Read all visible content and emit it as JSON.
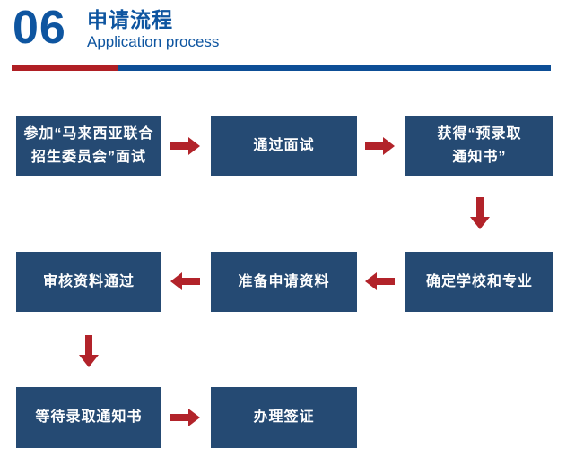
{
  "header": {
    "number": "06",
    "title_zh": "申请流程",
    "title_en": "Application process"
  },
  "colors": {
    "header_blue": "#0e55a0",
    "bar_red": "#b01f24",
    "bar_blue": "#0d4e96",
    "box_blue": "#254a73",
    "arrow_red": "#b2232a",
    "box_text": "#ffffff"
  },
  "flow": {
    "steps": [
      {
        "order": 1,
        "position": "row1-col1",
        "line1": "参加“马来西亚联合",
        "line2": "招生委员会”面试"
      },
      {
        "order": 2,
        "position": "row1-col2",
        "line1": "通过面试"
      },
      {
        "order": 3,
        "position": "row1-col3",
        "line1": "获得“预录取",
        "line2": "通知书”"
      },
      {
        "order": 4,
        "position": "row2-col3",
        "line1": "确定学校和专业"
      },
      {
        "order": 5,
        "position": "row2-col2",
        "line1": "准备申请资料"
      },
      {
        "order": 6,
        "position": "row2-col1",
        "line1": "审核资料通过"
      },
      {
        "order": 7,
        "position": "row3-col1",
        "line1": "等待录取通知书"
      },
      {
        "order": 8,
        "position": "row3-col2",
        "line1": "办理签证"
      }
    ],
    "connectors": [
      {
        "from": 1,
        "to": 2,
        "direction": "right"
      },
      {
        "from": 2,
        "to": 3,
        "direction": "right"
      },
      {
        "from": 3,
        "to": 4,
        "direction": "down"
      },
      {
        "from": 4,
        "to": 5,
        "direction": "left"
      },
      {
        "from": 5,
        "to": 6,
        "direction": "left"
      },
      {
        "from": 6,
        "to": 7,
        "direction": "down"
      },
      {
        "from": 7,
        "to": 8,
        "direction": "right"
      }
    ]
  }
}
